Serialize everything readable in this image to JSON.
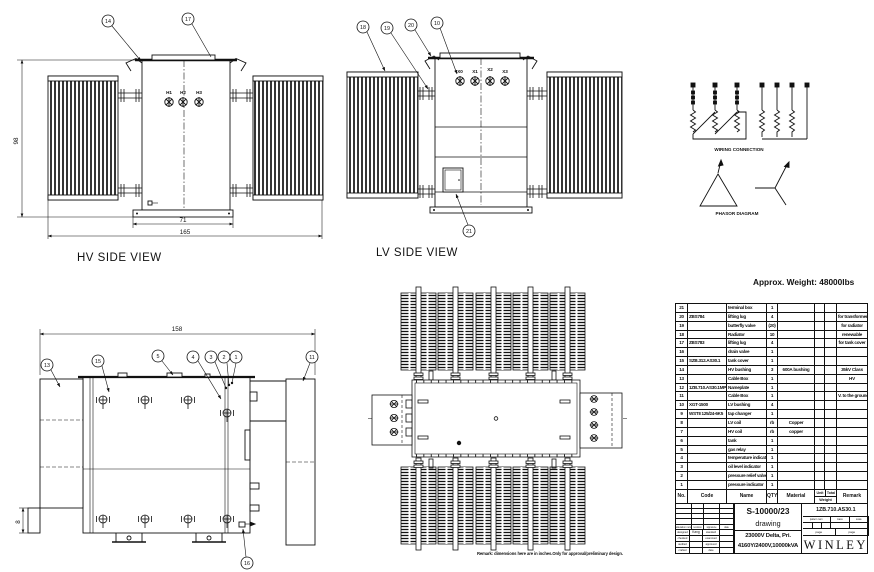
{
  "views": {
    "hv_side": {
      "title": "HV SIDE VIEW",
      "bushing_labels": [
        "H1",
        "H2",
        "H3"
      ],
      "balloons": {
        "lug": "14",
        "cover": "17"
      },
      "dims": {
        "height": "98",
        "base_width": "71",
        "overall_width": "165"
      }
    },
    "lv_side": {
      "title": "LV SIDE VIEW",
      "bushing_labels": [
        "X0",
        "X1",
        "X2",
        "X3"
      ],
      "balloons": {
        "radiator": "18",
        "valve": "19",
        "lug": "20",
        "bushing": "10",
        "terminal_box": "21"
      }
    },
    "end_view": {
      "balloons": {
        "cable_box_hv": "13",
        "tank_cover": "15",
        "gas_relay": "5",
        "temp_indicator": "4",
        "oil_level": "3",
        "relief_valve": "2",
        "pressure": "1",
        "cable_box_lv": "11",
        "drain_valve": "16"
      },
      "dims": {
        "overall_width": "158",
        "step_height": "8"
      }
    },
    "plan_view": {
      "remark": "Remark: dimensions here are in inches.Only for approval/preliminary design."
    }
  },
  "diagrams": {
    "wiring_title": "WIRING CONNECTION",
    "phasor_title": "PHASOR DIAGRAM"
  },
  "notes": {
    "weight": "Approx. Weight:  48000lbs"
  },
  "parts_table": {
    "headers": {
      "no": "No.",
      "code": "Code",
      "name": "Name",
      "qty": "QTY",
      "material": "Material",
      "weight_unit": "Unit",
      "weight_total": "Total",
      "weight_label": "Weight",
      "remark": "Remark"
    },
    "rows": [
      {
        "no": "21",
        "code": "",
        "name": "terminal box",
        "qty": "1",
        "material": "",
        "remark": ""
      },
      {
        "no": "20",
        "code": "ZBS784",
        "name": "lifting lug",
        "qty": "4",
        "material": "",
        "remark": "for transformer"
      },
      {
        "no": "19",
        "code": "",
        "name": "butterfly valve",
        "qty": "(20)",
        "material": "",
        "remark": "for radiator"
      },
      {
        "no": "18",
        "code": "",
        "name": "Radiator",
        "qty": "10",
        "material": "",
        "remark": "renewable"
      },
      {
        "no": "17",
        "code": "ZBS783",
        "name": "lifting lug",
        "qty": "4",
        "material": "",
        "remark": "for tank cover"
      },
      {
        "no": "16",
        "code": "",
        "name": "drain valve",
        "qty": "1",
        "material": "",
        "remark": ""
      },
      {
        "no": "15",
        "code": "SZB.312.AS30.1",
        "name": "tank cover",
        "qty": "1",
        "material": "",
        "remark": ""
      },
      {
        "no": "14",
        "code": "",
        "name": "HV bushing",
        "qty": "3",
        "material": "600A bushing",
        "remark": "35kV Class"
      },
      {
        "no": "13",
        "code": "",
        "name": "Cable Box",
        "qty": "1",
        "material": "",
        "remark": "HV"
      },
      {
        "no": "12",
        "code": "1ZB.710.AS30.1MP",
        "name": "Nameplate",
        "qty": "1",
        "material": "",
        "remark": ""
      },
      {
        "no": "11",
        "code": "",
        "name": "Cable Box",
        "qty": "1",
        "material": "",
        "remark": "V. to the ground"
      },
      {
        "no": "10",
        "code": "XGT-1500",
        "name": "LV bushing",
        "qty": "4",
        "material": "",
        "remark": ""
      },
      {
        "no": "9",
        "code": "WSTII 125/24-6K5",
        "name": "tap changer",
        "qty": "1",
        "material": "",
        "remark": ""
      },
      {
        "no": "8",
        "code": "",
        "name": "LV coil",
        "qty": "rb",
        "material": "Copper",
        "remark": ""
      },
      {
        "no": "7",
        "code": "",
        "name": "HV coil",
        "qty": "rb",
        "material": "copper",
        "remark": ""
      },
      {
        "no": "6",
        "code": "",
        "name": "tank",
        "qty": "1",
        "material": "",
        "remark": ""
      },
      {
        "no": "5",
        "code": "",
        "name": "gas relay",
        "qty": "1",
        "material": "",
        "remark": ""
      },
      {
        "no": "4",
        "code": "",
        "name": "temperature indicator",
        "qty": "1",
        "material": "",
        "remark": ""
      },
      {
        "no": "3",
        "code": "",
        "name": "oil level indicator",
        "qty": "1",
        "material": "",
        "remark": ""
      },
      {
        "no": "2",
        "code": "",
        "name": "pressure relief valve",
        "qty": "1",
        "material": "",
        "remark": ""
      },
      {
        "no": "1",
        "code": "",
        "name": "pressure indicator",
        "qty": "1",
        "material": "",
        "remark": ""
      }
    ]
  },
  "title_block": {
    "model": "S-10000/23",
    "type_label": "drawing",
    "spec_line1": "23000V Delta, Pri.",
    "spec_line2": "4160Y/2400V,10000kVA",
    "doc_no": "1ZB.710.AS30.1",
    "company": "WINLEY",
    "rev_headers": [
      "alteration num",
      "revision",
      "signature",
      "date"
    ],
    "sign_rows": [
      {
        "left": "designed",
        "sig": "Kang",
        "right": "standard"
      },
      {
        "left": "checked",
        "sig": "",
        "right": "examined"
      },
      {
        "left": "audited",
        "sig": "",
        "right": "approved"
      },
      {
        "left": "crafted",
        "sig": "",
        "right": "date"
      }
    ],
    "meta_headers": [
      "pattern num",
      "mass",
      "scale"
    ],
    "page_left": "page",
    "page_right": "page"
  }
}
